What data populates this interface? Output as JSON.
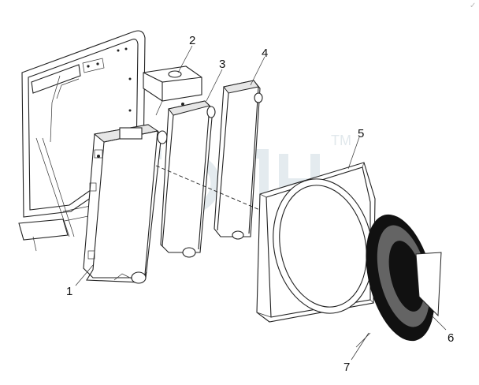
{
  "diagram": {
    "callouts": [
      {
        "id": "1",
        "text": "1"
      },
      {
        "id": "2",
        "text": "2"
      },
      {
        "id": "3",
        "text": "3"
      },
      {
        "id": "4",
        "text": "4"
      },
      {
        "id": "5",
        "text": "5"
      },
      {
        "id": "6",
        "text": "6"
      },
      {
        "id": "7",
        "text": "7"
      }
    ],
    "watermark": {
      "mark": "TM"
    },
    "corner_mark": "✓"
  }
}
